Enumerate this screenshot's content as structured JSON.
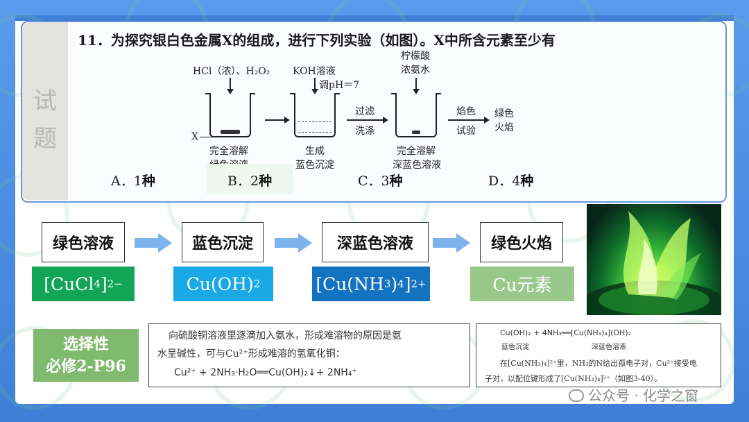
{
  "side_tab": [
    "试",
    "题"
  ],
  "question": {
    "text": "11．为探究银白色金属X的组成，进行下列实验（如图）。X中所含元素至少有"
  },
  "diagram": {
    "reagent1": "HCl（浓）、H₂O₂",
    "reagent2": "KOH溶液",
    "reagent2_note": "调pH＝7",
    "reagent3_line1": "柠檬酸",
    "reagent3_line2": "浓氨水",
    "x_label": "X",
    "filter_top": "过滤",
    "filter_bottom": "洗涤",
    "flame_top": "焰色",
    "flame_bottom": "试验",
    "result_line1": "绿色",
    "result_line2": "火焰",
    "beaker1_line1": "完全溶解",
    "beaker1_line2": "绿色溶液",
    "beaker2_line1": "生成",
    "beaker2_line2": "蓝色沉淀",
    "beaker3_line1": "完全溶解",
    "beaker3_line2": "深蓝色溶液"
  },
  "options": [
    {
      "letter": "A．",
      "num": "1",
      "unit": "种"
    },
    {
      "letter": "B．",
      "num": "2",
      "unit": "种"
    },
    {
      "letter": "C．",
      "num": "3",
      "unit": "种"
    },
    {
      "letter": "D．",
      "num": "4",
      "unit": "种"
    }
  ],
  "flow": {
    "steps": [
      "绿色溶液",
      "蓝色沉淀",
      "深蓝色溶液",
      "绿色火焰"
    ],
    "formula4": "Cu元素"
  },
  "book": {
    "tab_line1": "选择性",
    "tab_line2": "必修2-P96",
    "excerpt1_line1": "向硫酸铜溶液里逐滴加入氨水，形成难溶物的原因是氨",
    "excerpt1_line2": "水呈碱性，可与Cu²⁺形成难溶的氢氧化铜：",
    "excerpt1_line3": "Cu²⁺ + 2NH₃·H₂O══Cu(OH)₂↓+ 2NH₄⁺",
    "excerpt2_line1": "Cu(OH)₂ + 4NH₃══[Cu(NH₃)₄](OH)₂",
    "excerpt2_sub_left": "蓝色沉淀",
    "excerpt2_sub_right": "深蓝色溶液",
    "excerpt2_line2": "在[Cu(NH₃)₄]²⁺里，NH₃的N给出孤电子对，Cu²⁺接受电",
    "excerpt2_line3": "子对，以配位键形成了[Cu(NH₃)₄]²⁺（如图3-40）。"
  },
  "watermark": "公众号 · 化学之窗",
  "colors": {
    "formula1": "#13a557",
    "formula2": "#19a9e5",
    "formula3": "#1473c0",
    "formula4": "#98c98a",
    "book_tab": "#7fba6e"
  }
}
